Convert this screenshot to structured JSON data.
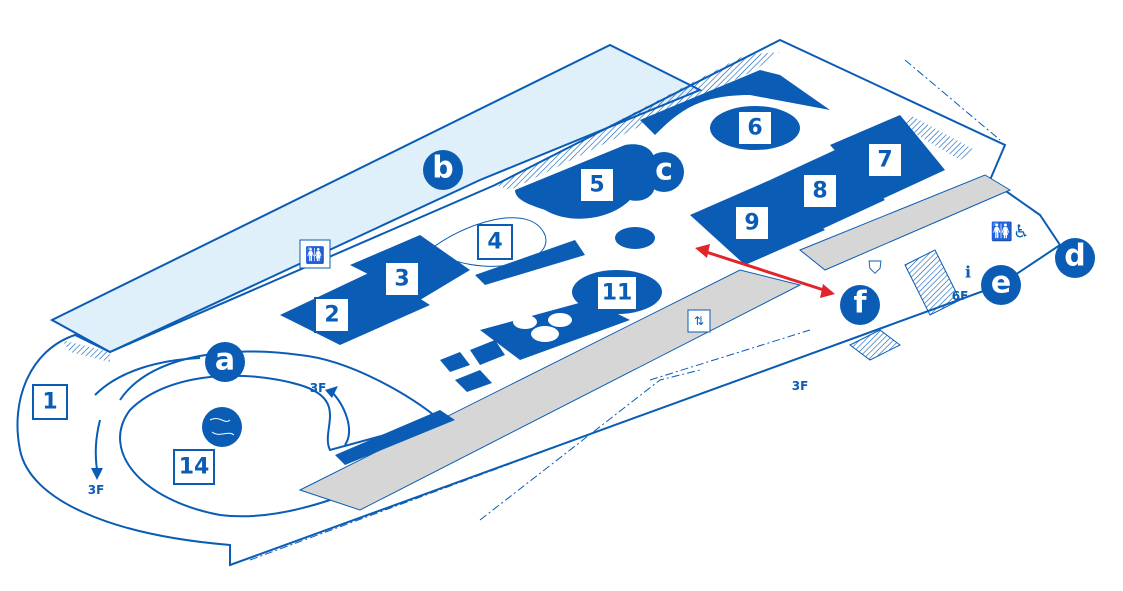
{
  "colors": {
    "blue": "#0a5cb5",
    "light_blue": "#dff0fb",
    "gray": "#d6d6d6",
    "red": "#e0262b",
    "white": "#ffffff"
  },
  "rooms": [
    {
      "id": "1",
      "label": "1"
    },
    {
      "id": "2",
      "label": "2"
    },
    {
      "id": "3",
      "label": "3"
    },
    {
      "id": "4",
      "label": "4"
    },
    {
      "id": "5",
      "label": "5"
    },
    {
      "id": "6",
      "label": "6"
    },
    {
      "id": "7",
      "label": "7"
    },
    {
      "id": "8",
      "label": "8"
    },
    {
      "id": "9",
      "label": "9"
    },
    {
      "id": "11",
      "label": "11"
    },
    {
      "id": "14",
      "label": "14"
    }
  ],
  "markers": [
    {
      "id": "a",
      "label": "a"
    },
    {
      "id": "b",
      "label": "b"
    },
    {
      "id": "c",
      "label": "c"
    },
    {
      "id": "d",
      "label": "d"
    },
    {
      "id": "e",
      "label": "e"
    },
    {
      "id": "f",
      "label": "f"
    }
  ],
  "floor_labels": {
    "three_f": "3F",
    "six_f": "6F"
  },
  "icons": [
    "restroom-icon",
    "elevator-icon",
    "accessible-restroom-icon",
    "baby-room-icon",
    "rest-area-icon",
    "information-icon",
    "globe-icon",
    "escalator-icon"
  ]
}
